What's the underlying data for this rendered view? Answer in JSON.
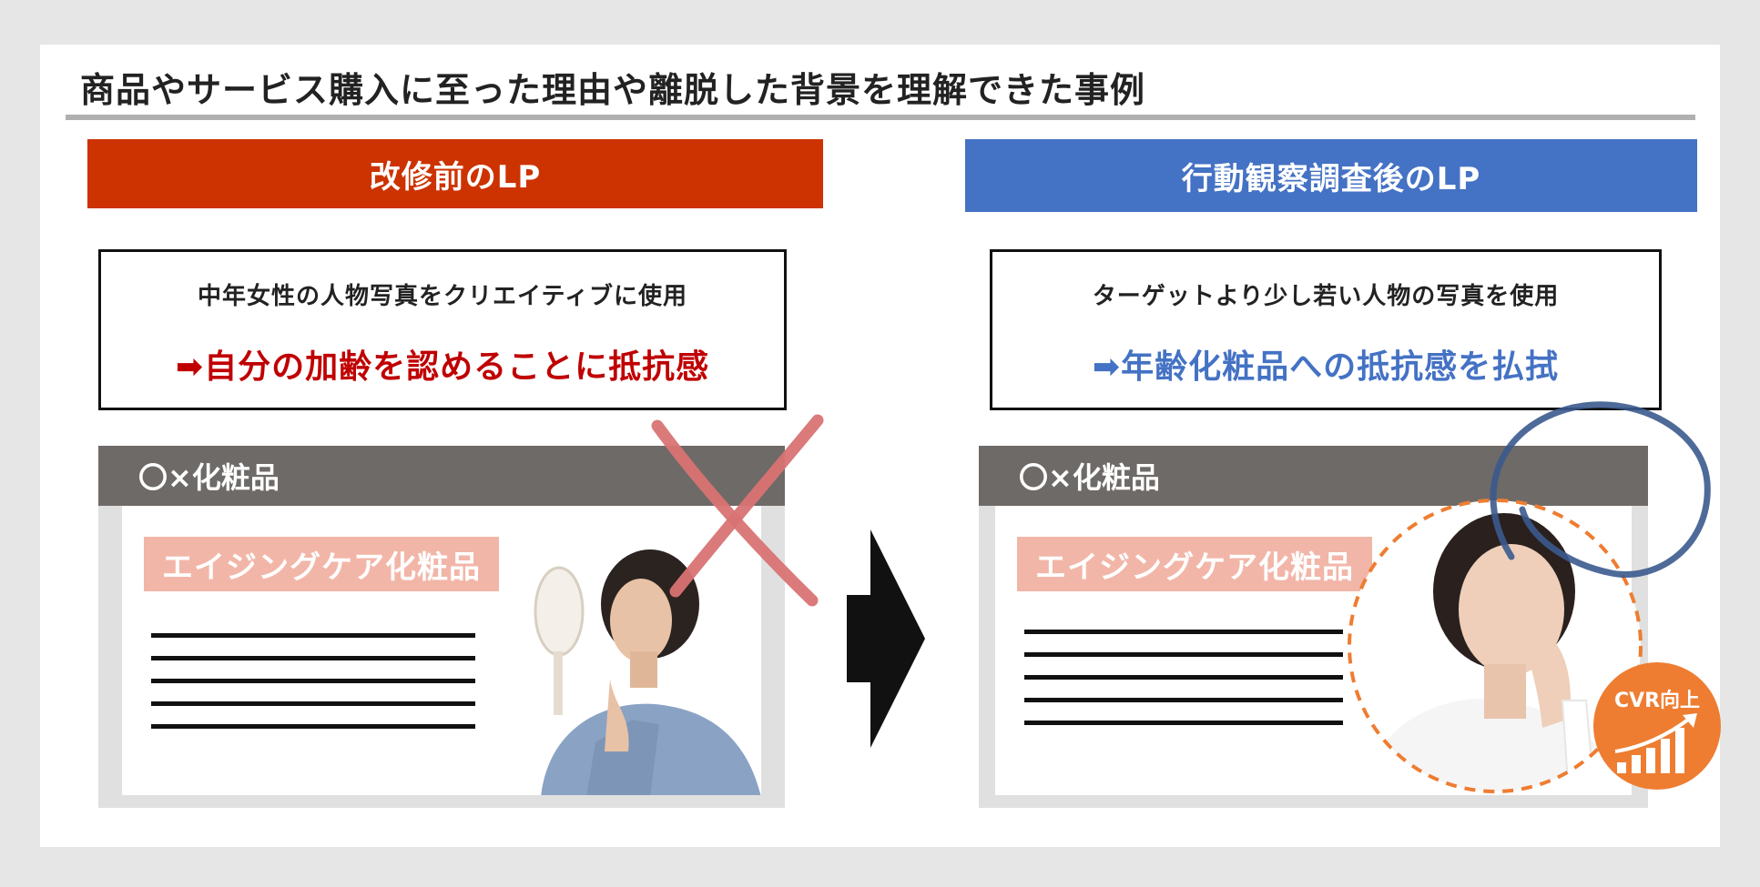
{
  "title": "商品やサービス購入に至った理由や離脱した背景を理解できた事例",
  "before": {
    "header": "改修前のLP",
    "note_line1": "中年女性の人物写真をクリエイティブに使用",
    "note_line2": "➡自分の加齢を認めることに抵抗感",
    "site_name": "〇×化粧品",
    "product_label": "エイジングケア化粧品"
  },
  "after": {
    "header": "行動観察調査後のLP",
    "note_line1": "ターゲットより少し若い人物の写真を使用",
    "note_line2": "➡年齢化粧品への抵抗感を払拭",
    "site_name": "〇×化粧品",
    "product_label": "エイジングケア化粧品",
    "badge": "CVR向上"
  },
  "colors": {
    "before_accent": "#cc3300",
    "after_accent": "#4472c4",
    "product_pink": "#f2b6a8",
    "badge_orange": "#ee7d31"
  },
  "icons": [
    "cross-mark-icon",
    "right-arrow-icon",
    "circle-mark-icon",
    "growth-chart-icon"
  ]
}
